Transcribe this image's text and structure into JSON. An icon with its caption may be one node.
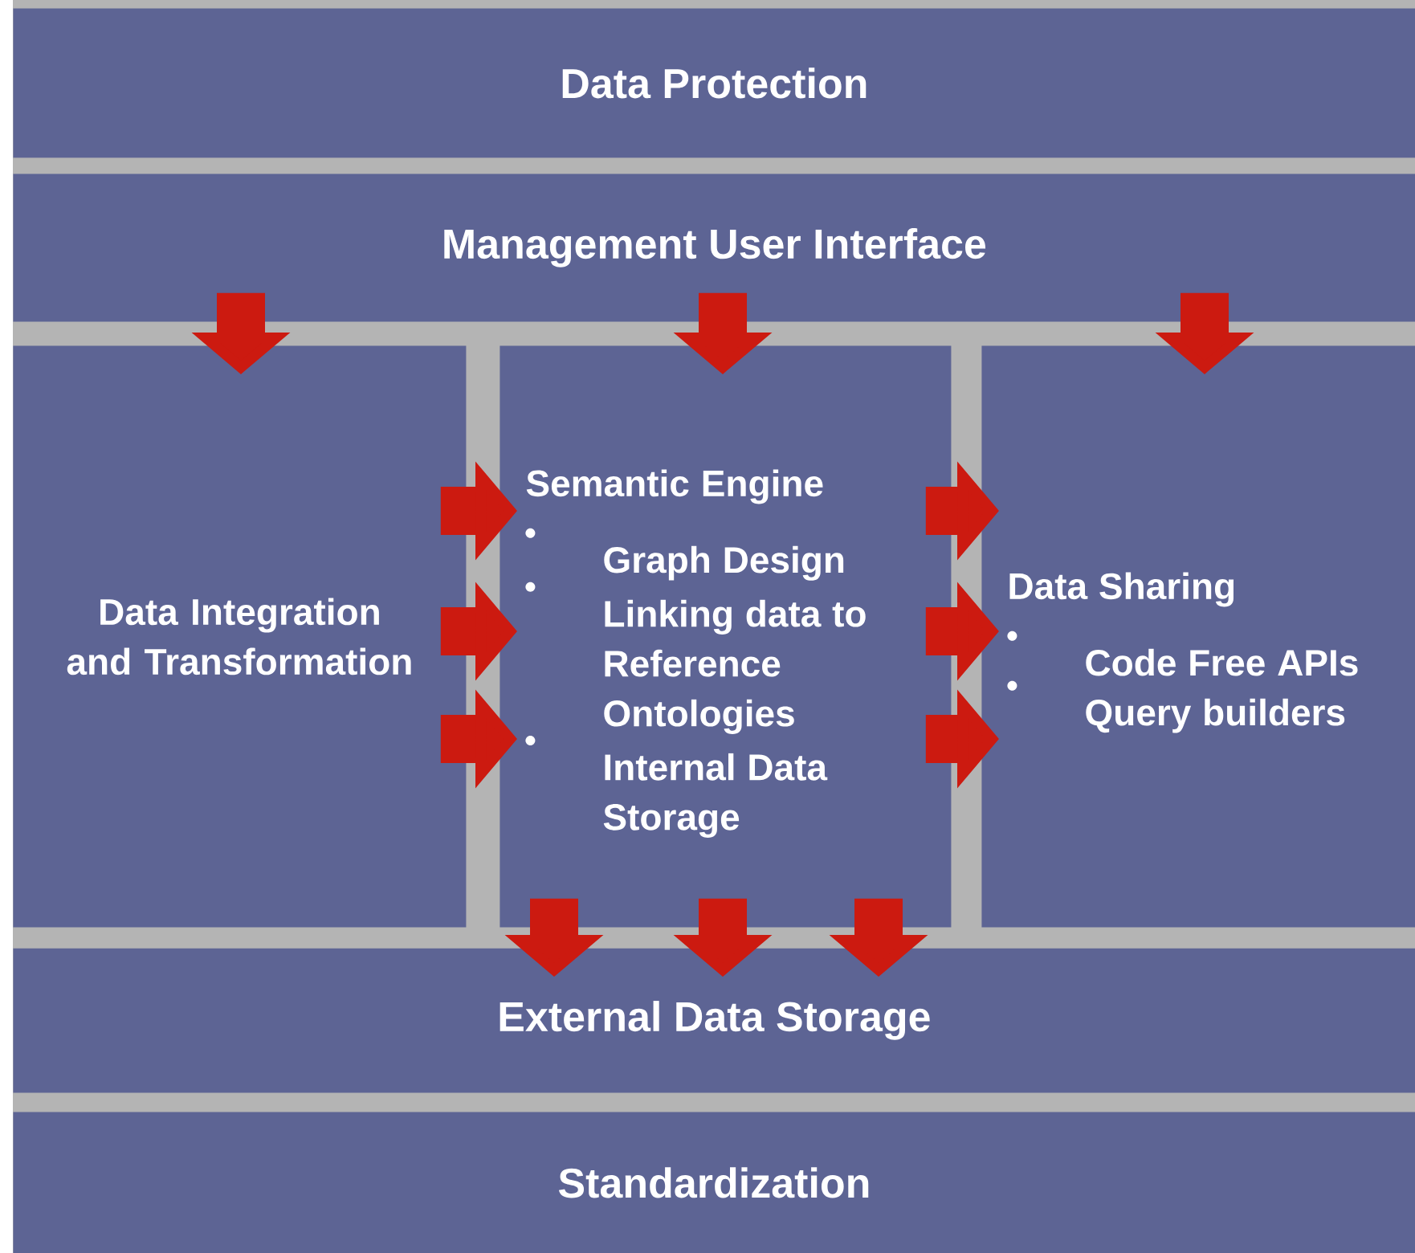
{
  "diagram": {
    "nodes": [
      {
        "text": [
          "Data Protection"
        ]
      },
      {
        "text": [
          "Management User Interface"
        ]
      },
      {
        "text": [
          "Data Integration and Transformation"
        ]
      },
      {
        "text": [
          "Semantic Engine",
          "Graph Design",
          "Linking data to Reference Ontologies",
          "Internal Data Storage"
        ]
      },
      {
        "text": [
          "Data Sharing",
          "Code Free APIs",
          "Query builders"
        ]
      },
      {
        "text": [
          "External Data Storage"
        ]
      },
      {
        "text": [
          "Standardization"
        ]
      }
    ],
    "edges": [
      {
        "from": 1,
        "to": 2,
        "arrow": "to"
      },
      {
        "from": 1,
        "to": 3,
        "arrow": "to"
      },
      {
        "from": 1,
        "to": 4,
        "arrow": "to"
      },
      {
        "from": 2,
        "to": 3,
        "arrow": "to"
      },
      {
        "from": 2,
        "to": 3,
        "arrow": "to"
      },
      {
        "from": 2,
        "to": 3,
        "arrow": "to"
      },
      {
        "from": 3,
        "to": 4,
        "arrow": "to"
      },
      {
        "from": 3,
        "to": 4,
        "arrow": "to"
      },
      {
        "from": 3,
        "to": 4,
        "arrow": "to"
      },
      {
        "from": 3,
        "to": 5,
        "arrow": "to"
      },
      {
        "from": 3,
        "to": 5,
        "arrow": "to"
      },
      {
        "from": 3,
        "to": 5,
        "arrow": "to"
      }
    ]
  }
}
